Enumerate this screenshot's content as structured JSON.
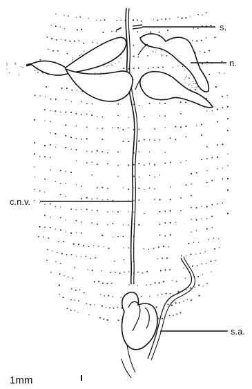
{
  "figure": {
    "labels": {
      "s": "s.",
      "n": "n.",
      "cnv": "c.n.v.",
      "sa": "s.a."
    },
    "scale_bar": "1mm",
    "colors": {
      "ink": "#111111",
      "background": "#ffffff"
    }
  }
}
